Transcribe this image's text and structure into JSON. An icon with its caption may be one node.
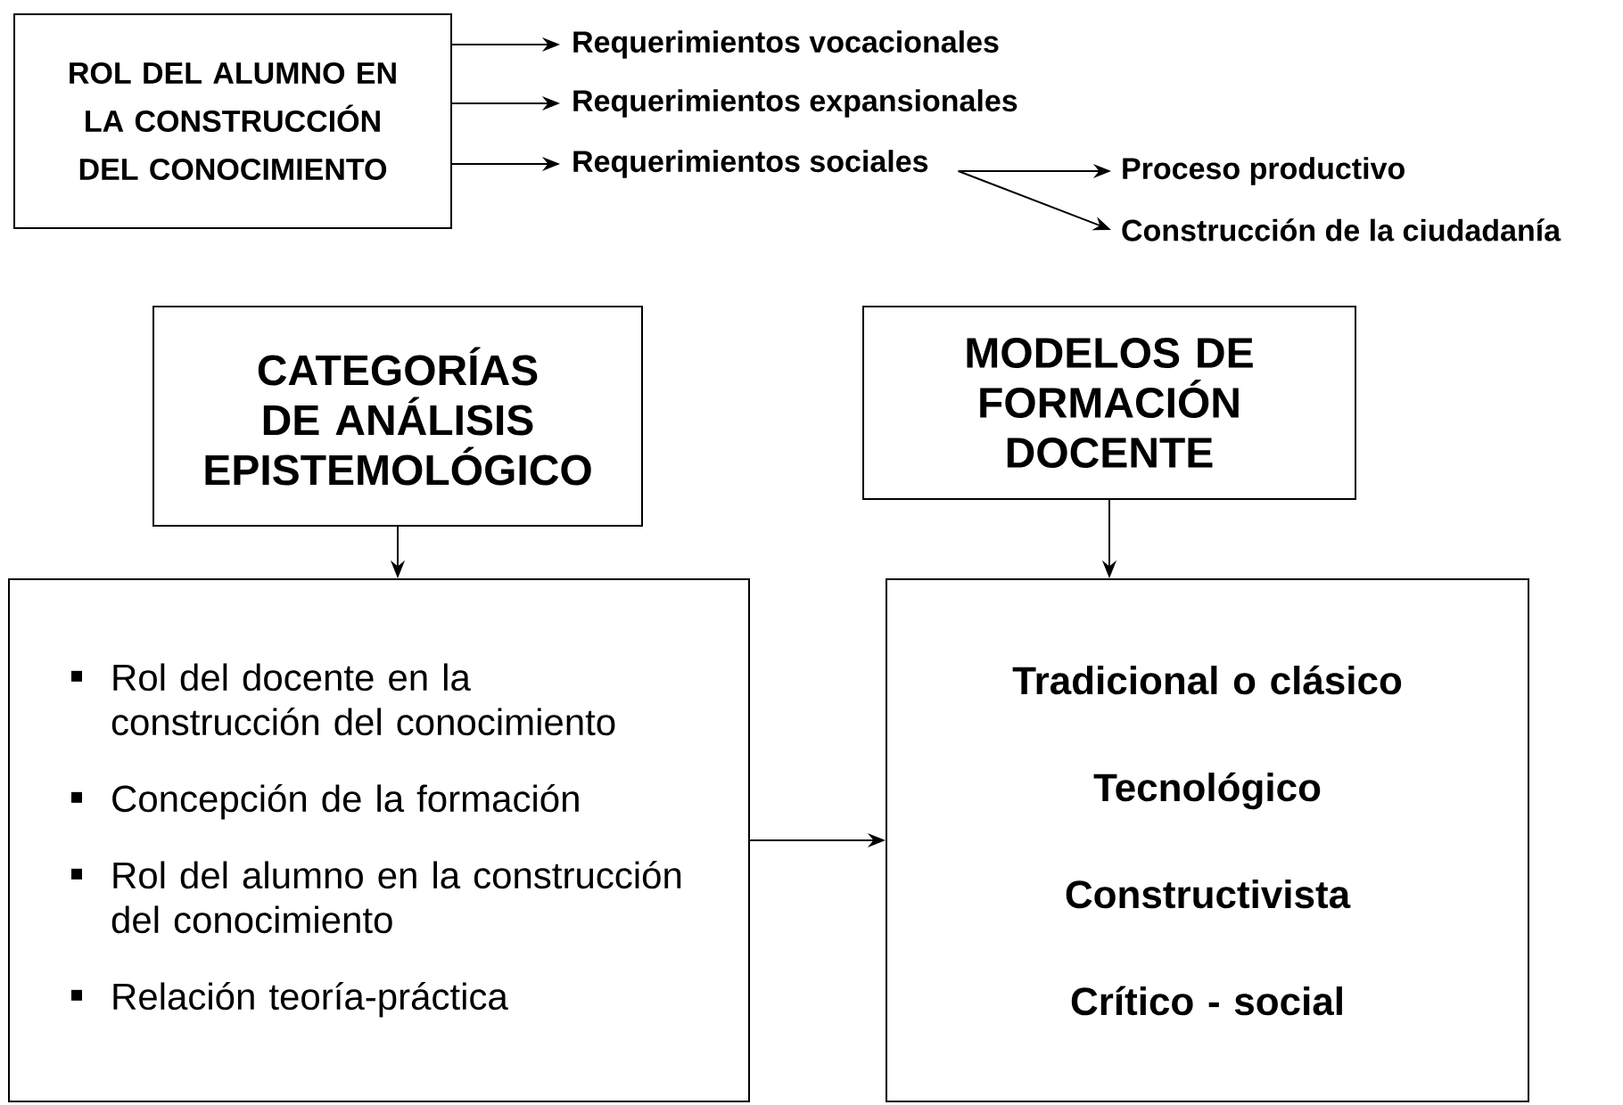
{
  "diagram": {
    "nodes": [
      {
        "text": [
          "ROL DEL ALUMNO EN LA CONSTRUCCIÓN DEL CONOCIMIENTO"
        ]
      },
      {
        "text": [
          "Requerimientos vocacionales"
        ]
      },
      {
        "text": [
          "Requerimientos expansionales"
        ]
      },
      {
        "text": [
          "Requerimientos sociales"
        ]
      },
      {
        "text": [
          "Proceso productivo"
        ]
      },
      {
        "text": [
          "Construcción de la ciudadanía"
        ]
      },
      {
        "text": [
          "CATEGORÍAS DE ANÁLISIS EPISTEMOLÓGICO"
        ]
      },
      {
        "text": [
          "MODELOS DE FORMACIÓN DOCENTE"
        ]
      },
      {
        "text": [
          "Rol del docente en la construcción del conocimiento",
          "Concepción de la formación",
          "Rol del alumno en la construcción del conocimiento",
          "Relación teoría-práctica"
        ]
      },
      {
        "text": [
          "Tradicional o clásico",
          "Tecnológico",
          "Constructivista",
          "Crítico - social"
        ]
      }
    ],
    "edges": [
      {
        "from": 0,
        "to": 1,
        "arrow": "to"
      },
      {
        "from": 0,
        "to": 2,
        "arrow": "to"
      },
      {
        "from": 0,
        "to": 3,
        "arrow": "to"
      },
      {
        "from": 3,
        "to": 4,
        "arrow": "to"
      },
      {
        "from": 3,
        "to": 5,
        "arrow": "to"
      },
      {
        "from": 6,
        "to": 8,
        "arrow": "to"
      },
      {
        "from": 7,
        "to": 9,
        "arrow": "to"
      },
      {
        "from": 8,
        "to": 9,
        "arrow": "to"
      }
    ]
  }
}
